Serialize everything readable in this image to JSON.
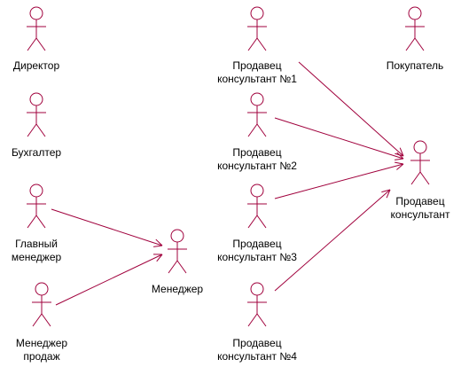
{
  "diagram": {
    "type": "use-case-actor-generalization",
    "color": "#a0003c",
    "actors": [
      {
        "id": "director",
        "lines": [
          "Директор"
        ]
      },
      {
        "id": "accountant",
        "lines": [
          "Бухгалтер"
        ]
      },
      {
        "id": "chief_manager",
        "lines": [
          "Главный",
          "менеджер"
        ]
      },
      {
        "id": "sales_manager",
        "lines": [
          "Менеджер",
          "продаж"
        ]
      },
      {
        "id": "manager",
        "lines": [
          "Менеджер"
        ]
      },
      {
        "id": "consultant1",
        "lines": [
          "Продавец",
          "консультант №1"
        ]
      },
      {
        "id": "consultant2",
        "lines": [
          "Продавец",
          "консультант №2"
        ]
      },
      {
        "id": "consultant3",
        "lines": [
          "Продавец",
          "консультант №3"
        ]
      },
      {
        "id": "consultant4",
        "lines": [
          "Продавец",
          "консультант №4"
        ]
      },
      {
        "id": "buyer",
        "lines": [
          "Покупатель"
        ]
      },
      {
        "id": "consultant",
        "lines": [
          "Продавец",
          "консультант"
        ]
      }
    ],
    "generalizations": [
      {
        "from": "chief_manager",
        "to": "manager"
      },
      {
        "from": "sales_manager",
        "to": "manager"
      },
      {
        "from": "consultant1",
        "to": "consultant"
      },
      {
        "from": "consultant2",
        "to": "consultant"
      },
      {
        "from": "consultant3",
        "to": "consultant"
      },
      {
        "from": "consultant4",
        "to": "consultant"
      }
    ]
  }
}
